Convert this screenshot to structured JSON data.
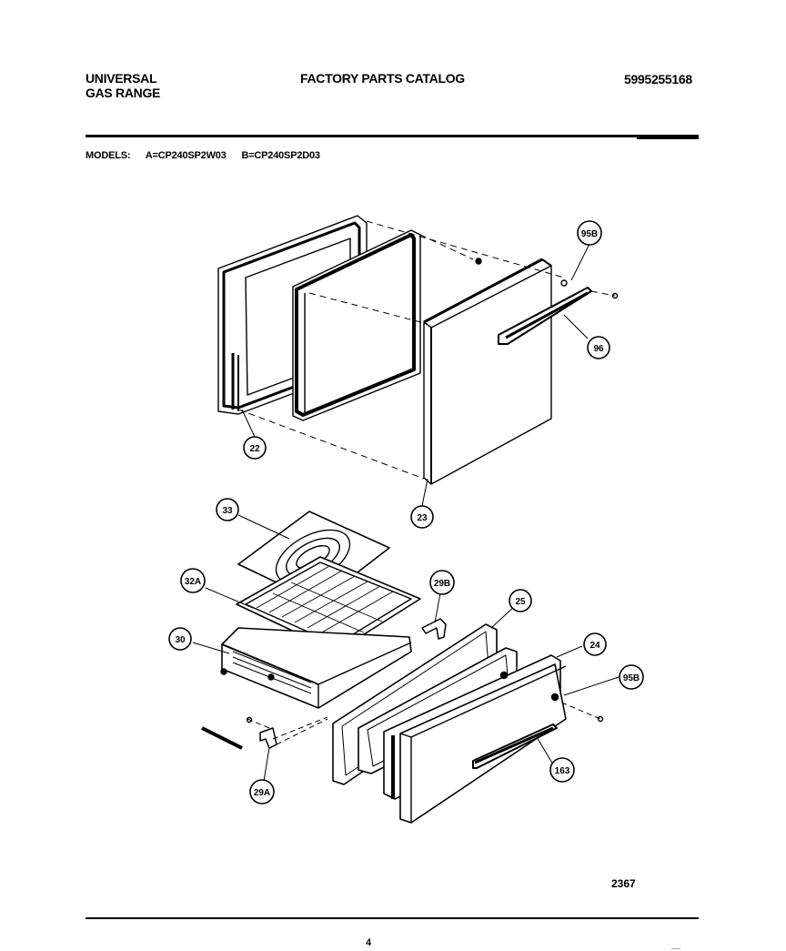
{
  "header": {
    "left_line1": "UNIVERSAL",
    "left_line2": "GAS RANGE",
    "center": "FACTORY PARTS CATALOG",
    "right": "5995255168"
  },
  "models": {
    "label": "MODELS:",
    "a": "A=CP240SP2W03",
    "b": "B=CP240SP2D03"
  },
  "callouts": {
    "c22": "22",
    "c23": "23",
    "c33": "33",
    "c32a": "32A",
    "c30": "30",
    "c29a": "29A",
    "c29b": "29B",
    "c25": "25",
    "c24": "24",
    "c95b_top": "95B",
    "c96": "96",
    "c95b_bottom": "95B",
    "c163": "163"
  },
  "footer": {
    "figure_number": "2367",
    "page_number": "4",
    "code": "__"
  }
}
